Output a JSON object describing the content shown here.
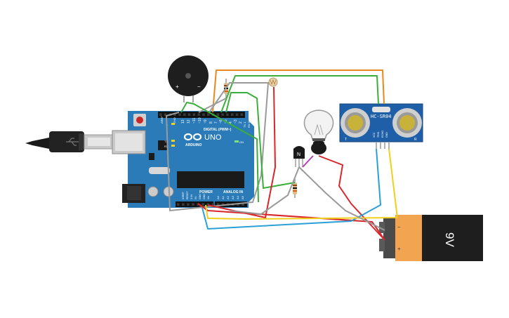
{
  "board": {
    "brand": "ARDUINO",
    "model": "UNO",
    "digital_label": "DIGITAL (PWM~)",
    "power_label": "POWER",
    "analog_label": "ANALOG IN",
    "on_label": "ON",
    "tx_label": "TX",
    "rx_label": "RX",
    "l_label": "L",
    "aref_label": "AREF",
    "gnd_label": "GND",
    "ioref_label": "IOREF",
    "reset_label": "RESET",
    "digital_pins": [
      "13",
      "12",
      "~11",
      "~10",
      "~9",
      "8",
      "7",
      "~6",
      "~5",
      "4",
      "~3",
      "2",
      "TX 1",
      "RX 0"
    ],
    "power_pins": [
      "3.3V",
      "5V",
      "GND",
      "GND",
      "Vin"
    ],
    "analog_pins": [
      "A0",
      "A1",
      "A2",
      "A3",
      "A4",
      "A5"
    ]
  },
  "buzzer": {
    "plus": "+",
    "minus": "−"
  },
  "sensor": {
    "model": "HC-SR04",
    "pins": [
      "VCC",
      "TRIG",
      "ECHO",
      "GND"
    ],
    "left_mark": "T",
    "right_mark": "R"
  },
  "battery": {
    "label": "9V",
    "minus": "−",
    "plus": "+"
  },
  "transistor": {
    "label": "N"
  },
  "colors": {
    "board": "#2b7bb9",
    "wire_orange": "#e8891c",
    "wire_green": "#3cae3c",
    "wire_red": "#d8262b",
    "wire_gray": "#9a9a9a",
    "wire_blue": "#2aa0d8",
    "wire_yellow": "#f0cf1a",
    "wire_purple": "#b23fb2",
    "battery_orange": "#f2a451"
  }
}
